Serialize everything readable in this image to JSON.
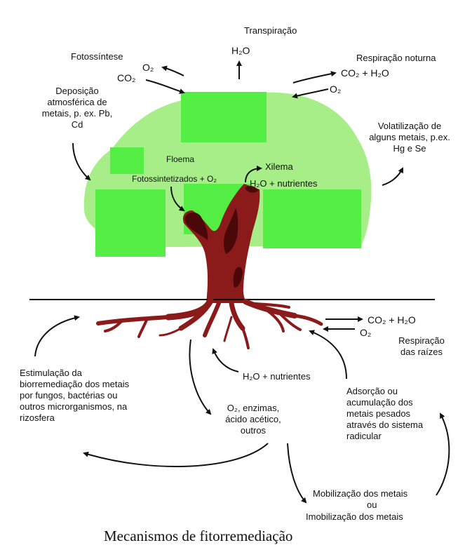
{
  "title": "Mecanismos de fitorremediação",
  "labels": {
    "transpiracao": "Transpiração",
    "h2o_transp": "H₂O",
    "fotossintese": "Fotossíntese",
    "o2_foto": "O₂",
    "co2_foto": "CO₂",
    "respiracao_noturna": "Respiração noturna",
    "co2_h2o_top": "CO₂ + H₂O",
    "o2_top": "O₂",
    "deposicao": "Deposição atmosférica de metais, p. ex. Pb, Cd",
    "volatilizacao": "Volatilização de alguns metais, p.ex. Hg e Se",
    "floema": "Floema",
    "fotossintetizados": "Fotossintetizados + O₂",
    "xilema": "Xilema",
    "h2o_nutrientes_xilema": "H₂O + nutrientes",
    "co2_h2o_root": "CO₂ + H₂O",
    "o2_root": "O₂",
    "respiracao_raizes": "Respiração das raízes",
    "h2o_nutrientes_root": "H₂O + nutrientes",
    "estimulacao": "Estimulação da biorremediação dos metais por fungos, bactérias ou outros microrganismos, na rizosfera",
    "exsudatos": "O₂, enzimas, ácido acético, outros",
    "adsorcao": "Adsorção ou acumulação dos metais pesados através do sistema radicular",
    "mobilizacao": "Mobilização dos metais",
    "ou": "ou",
    "imobilizacao": "Imobilização dos metais"
  },
  "colors": {
    "canopy_light": "#a8ee88",
    "canopy_dark": "#55ee44",
    "trunk": "#8b1a1a",
    "trunk_dark": "#4a0808",
    "ink": "#111111"
  }
}
